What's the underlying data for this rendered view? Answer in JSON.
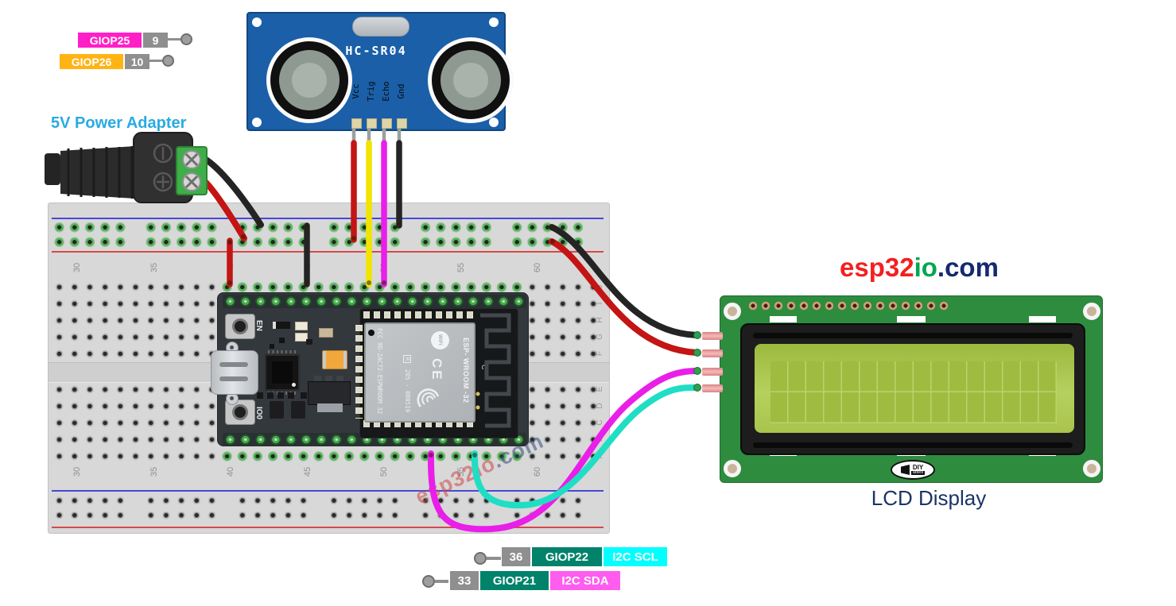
{
  "colors": {
    "wire_red": "#c41414",
    "wire_black": "#242424",
    "wire_yellow": "#f0e400",
    "wire_magenta": "#e91fe9",
    "wire_cyan": "#1fdec4",
    "wire_lead_gray": "#9aa0a0",
    "label_pink": "#ff1fc7",
    "label_orange": "#ffb414",
    "label_gray": "#8f8f8f",
    "label_teal": "#00826b",
    "label_cyan": "#00ffff",
    "label_magenta": "#ff5cf0",
    "power_label_blue": "#29abe2",
    "lcd_text_navy": "#1a3467",
    "logo_red": "#f32020",
    "logo_green": "#00a651",
    "logo_navy": "#152a6e",
    "sensor_board_blue": "#1a5fa8",
    "breadboard_gray": "#d8d8d8",
    "lcd_pcb_green": "#2e8c3e",
    "lcd_screen_green": "#aac74c"
  },
  "top_left_labels": [
    {
      "gpio": "GIOP25",
      "pin": "9"
    },
    {
      "gpio": "GIOP26",
      "pin": "10"
    }
  ],
  "power_adapter": {
    "label": "5V Power Adapter"
  },
  "sensor": {
    "title": "HC-SR04",
    "pins": [
      "Vcc",
      "Trig",
      "Echo",
      "Gnd"
    ]
  },
  "esp32": {
    "en": "EN",
    "io0": "IO0",
    "fcc": "FCC 9D-2AC72-ESPWROOM 32",
    "reg": "R",
    "serial": "205 - 000519",
    "wifi": "WiFi",
    "ce": "CE",
    "name": "ESP- WROOM -32",
    "c": "C"
  },
  "breadboard": {
    "columns": [
      "30",
      "35",
      "40",
      "45",
      "50",
      "55",
      "60"
    ],
    "rows_top": [
      "J",
      "I",
      "H",
      "G",
      "F"
    ],
    "rows_bottom": [
      "E",
      "D",
      "C",
      "B",
      "A"
    ]
  },
  "watermark": {
    "red": "esp32io",
    "navy": ".com"
  },
  "site_logo": {
    "red": "esp32",
    "green": "io",
    "navy": ".com"
  },
  "lcd": {
    "caption": "LCD Display",
    "logo_top": "DIY",
    "logo_bottom": "ables"
  },
  "i2c_labels": [
    {
      "pin": "36",
      "gpio": "GIOP22",
      "signal": "I2C SCL"
    },
    {
      "pin": "33",
      "gpio": "GIOP21",
      "signal": "I2C SDA"
    }
  ]
}
